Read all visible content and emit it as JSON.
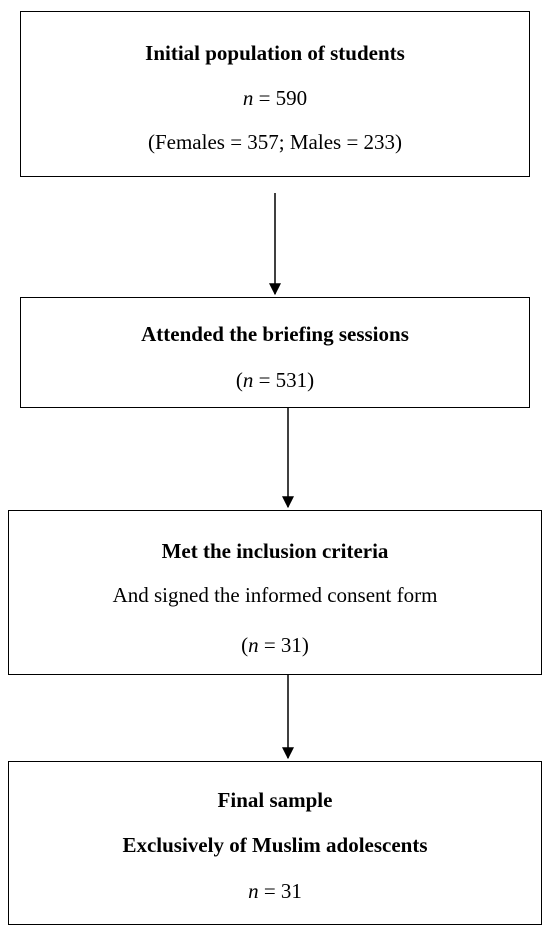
{
  "boxes": [
    {
      "title": "Initial population of students",
      "n_var": "n",
      "n_value": " = 590",
      "detail": "(Females = 357; Males = 233)"
    },
    {
      "title": "Attended  the briefing sessions",
      "n_open": "(",
      "n_var": "n",
      "n_value": " = 531)"
    },
    {
      "title": "Met the inclusion criteria",
      "subtitle": "And signed the informed consent form",
      "n_open": "(",
      "n_var": "n",
      "n_value": " = 31)"
    },
    {
      "title": "Final sample",
      "subtitle": "Exclusively of Muslim adolescents",
      "n_var": "n",
      "n_value": " = 31"
    }
  ]
}
